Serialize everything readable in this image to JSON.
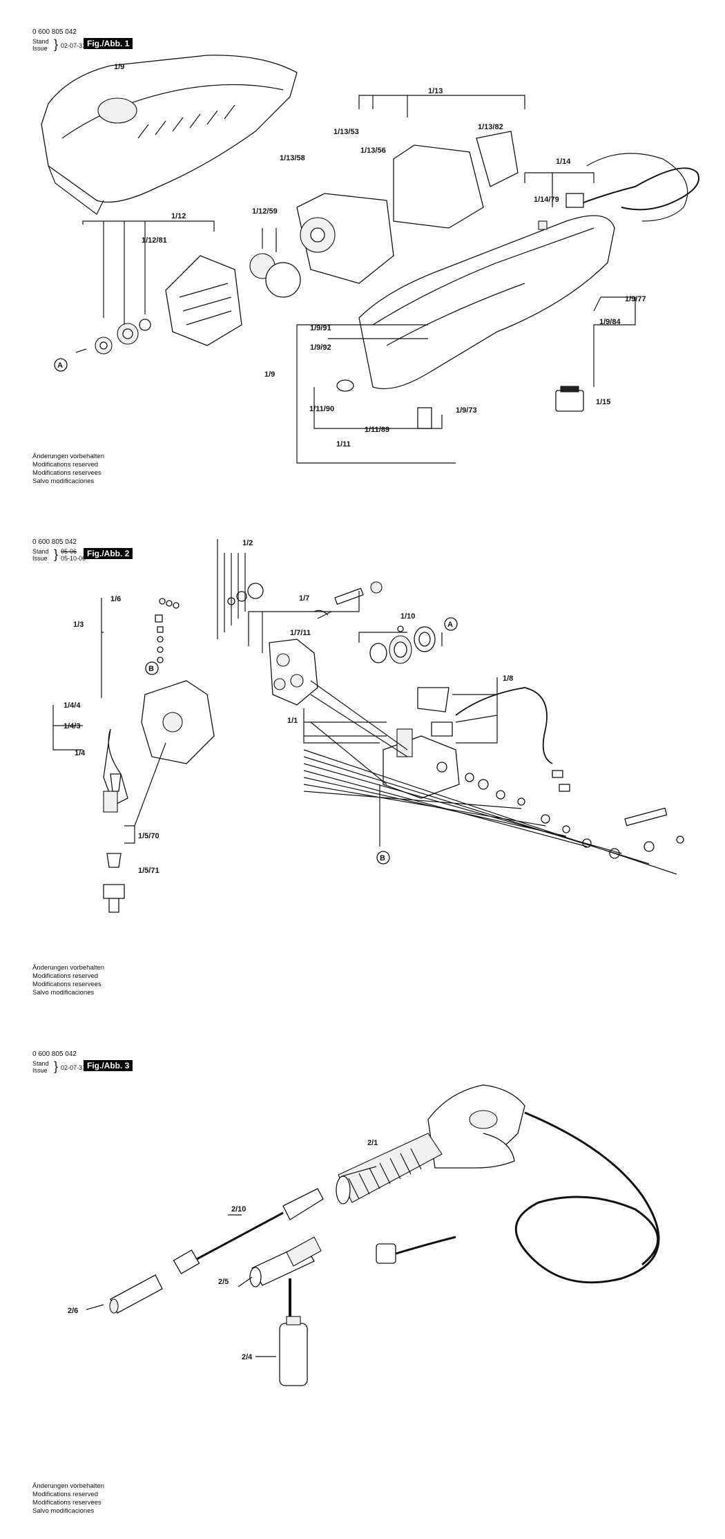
{
  "part_number": "0 600 805 042",
  "stand_label": "Stand",
  "issue_label": "Issue",
  "notes": [
    "Änderungen vorbehalten",
    "Modifications reserved",
    "Modifications reservees",
    "Salvo modificaciones"
  ],
  "fig1": {
    "date": "02-07-31",
    "title": "Fig./Abb. 1",
    "labels": {
      "l1_9_top": "1/9",
      "l1_13": "1/13",
      "l1_13_53": "1/13/53",
      "l1_13_56": "1/13/56",
      "l1_13_82": "1/13/82",
      "l1_13_58": "1/13/58",
      "l1_14": "1/14",
      "l1_14_79": "1/14/79",
      "l1_12": "1/12",
      "l1_12_59": "1/12/59",
      "l1_12_81": "1/12/81",
      "a": "A",
      "l1_9_91": "1/9/91",
      "l1_9_92": "1/9/92",
      "l1_9": "1/9",
      "l1_9_77": "1/9/77",
      "l1_9_84": "1/9/84",
      "l1_15": "1/15",
      "l1_11_90": "1/11/90",
      "l1_9_73": "1/9/73",
      "l1_11_89": "1/11/89",
      "l1_11": "1/11"
    }
  },
  "fig2": {
    "date_old": "05-06",
    "date": "05-10-06",
    "title": "Fig./Abb. 2",
    "labels": {
      "l1_2": "1/2",
      "l1_6": "1/6",
      "l1_3": "1/3",
      "l1_7": "1/7",
      "l1_7_11": "1/7/11",
      "l1_10": "1/10",
      "a": "A",
      "b_top": "B",
      "l1_8": "1/8",
      "l1_4_4": "1/4/4",
      "l1_4_3": "1/4/3",
      "l1_4": "1/4",
      "l1_1": "1/1",
      "l1_5_70": "1/5/70",
      "l1_5_71": "1/5/71",
      "b_bottom": "B"
    }
  },
  "fig3": {
    "date": "02-07-31",
    "title": "Fig./Abb. 3",
    "labels": {
      "l2_1": "2/1",
      "l2_10": "2/10",
      "l2_5": "2/5",
      "l2_6": "2/6",
      "l2_4": "2/4"
    }
  }
}
